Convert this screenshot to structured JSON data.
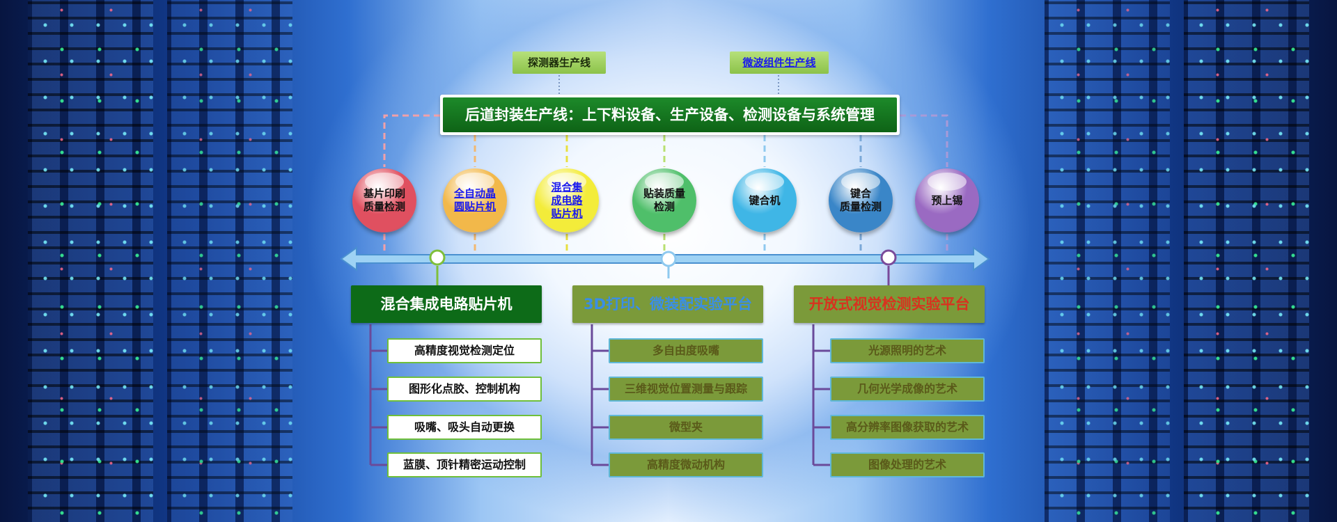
{
  "top_tags": [
    {
      "label": "探测器生产线",
      "link": false
    },
    {
      "label": "微波组件生产线",
      "link": true
    }
  ],
  "main_banner": "后道封装生产线：上下料设备、生产设备、检测设备与系统管理",
  "balls": [
    {
      "label": "基片印刷\n质量检测",
      "color": "#e05060",
      "link": false
    },
    {
      "label": "全自动晶\n圆贴片机",
      "color": "#f2b84a",
      "link": true
    },
    {
      "label": "混合集\n成电路\n贴片机",
      "color": "#f3ec3a",
      "link": true
    },
    {
      "label": "贴装质量\n检测",
      "color": "#4fbf6a",
      "link": false
    },
    {
      "label": "键合机",
      "color": "#3fb6e6",
      "link": false
    },
    {
      "label": "键合\n质量检测",
      "color": "#3a86c8",
      "link": false
    },
    {
      "label": "预上锡",
      "color": "#9a6ac2",
      "link": false
    }
  ],
  "categories": [
    {
      "title": "混合集成电路贴片机",
      "bg": "#0d6b18",
      "fg": "#ffffff",
      "item_style": "white",
      "items": [
        "高精度视觉检测定位",
        "图形化点胶、控制机构",
        "吸嘴、吸头自动更换",
        "蓝膜、顶针精密运动控制"
      ]
    },
    {
      "title": "3D打印、微装配实验平台",
      "bg": "#7b9a3a",
      "fg": "#3a8ee6",
      "item_style": "olive",
      "items": [
        "多自由度吸嘴",
        "三维视觉位置测量与跟踪",
        "微型夹",
        "高精度微动机构"
      ]
    },
    {
      "title": "开放式视觉检测实验平台",
      "bg": "#7b9a3a",
      "fg": "#d8321f",
      "item_style": "olive",
      "items": [
        "光源照明的艺术",
        "几何光学成像的艺术",
        "高分辨率图像获取的艺术",
        "图像处理的艺术"
      ]
    }
  ],
  "colors": {
    "timeline": "#8ec9ef",
    "node_green": "#7fbf3a",
    "node_purple": "#7a4a9a",
    "tree_line": "#6a4a9a"
  }
}
